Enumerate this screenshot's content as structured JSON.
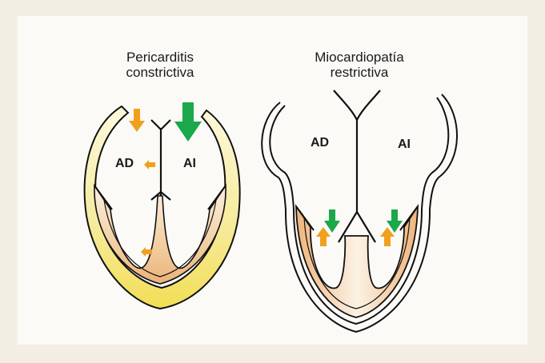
{
  "diagram": {
    "left": {
      "title": "Pericarditis\nconstrictiva",
      "label_right_atrium": "AD",
      "label_left_atrium": "AI"
    },
    "right": {
      "title": "Miocardiopatía\nrestrictiva",
      "label_right_atrium": "AD",
      "label_left_atrium": "AI"
    },
    "colors": {
      "background": "#f3eee4",
      "panel": "#fbfaf6",
      "pericardium": "#f5e98a",
      "myocardium": "#f0c89a",
      "arrow_orange": "#f0a01e",
      "arrow_green": "#1aa84a",
      "outline": "#111111"
    }
  }
}
